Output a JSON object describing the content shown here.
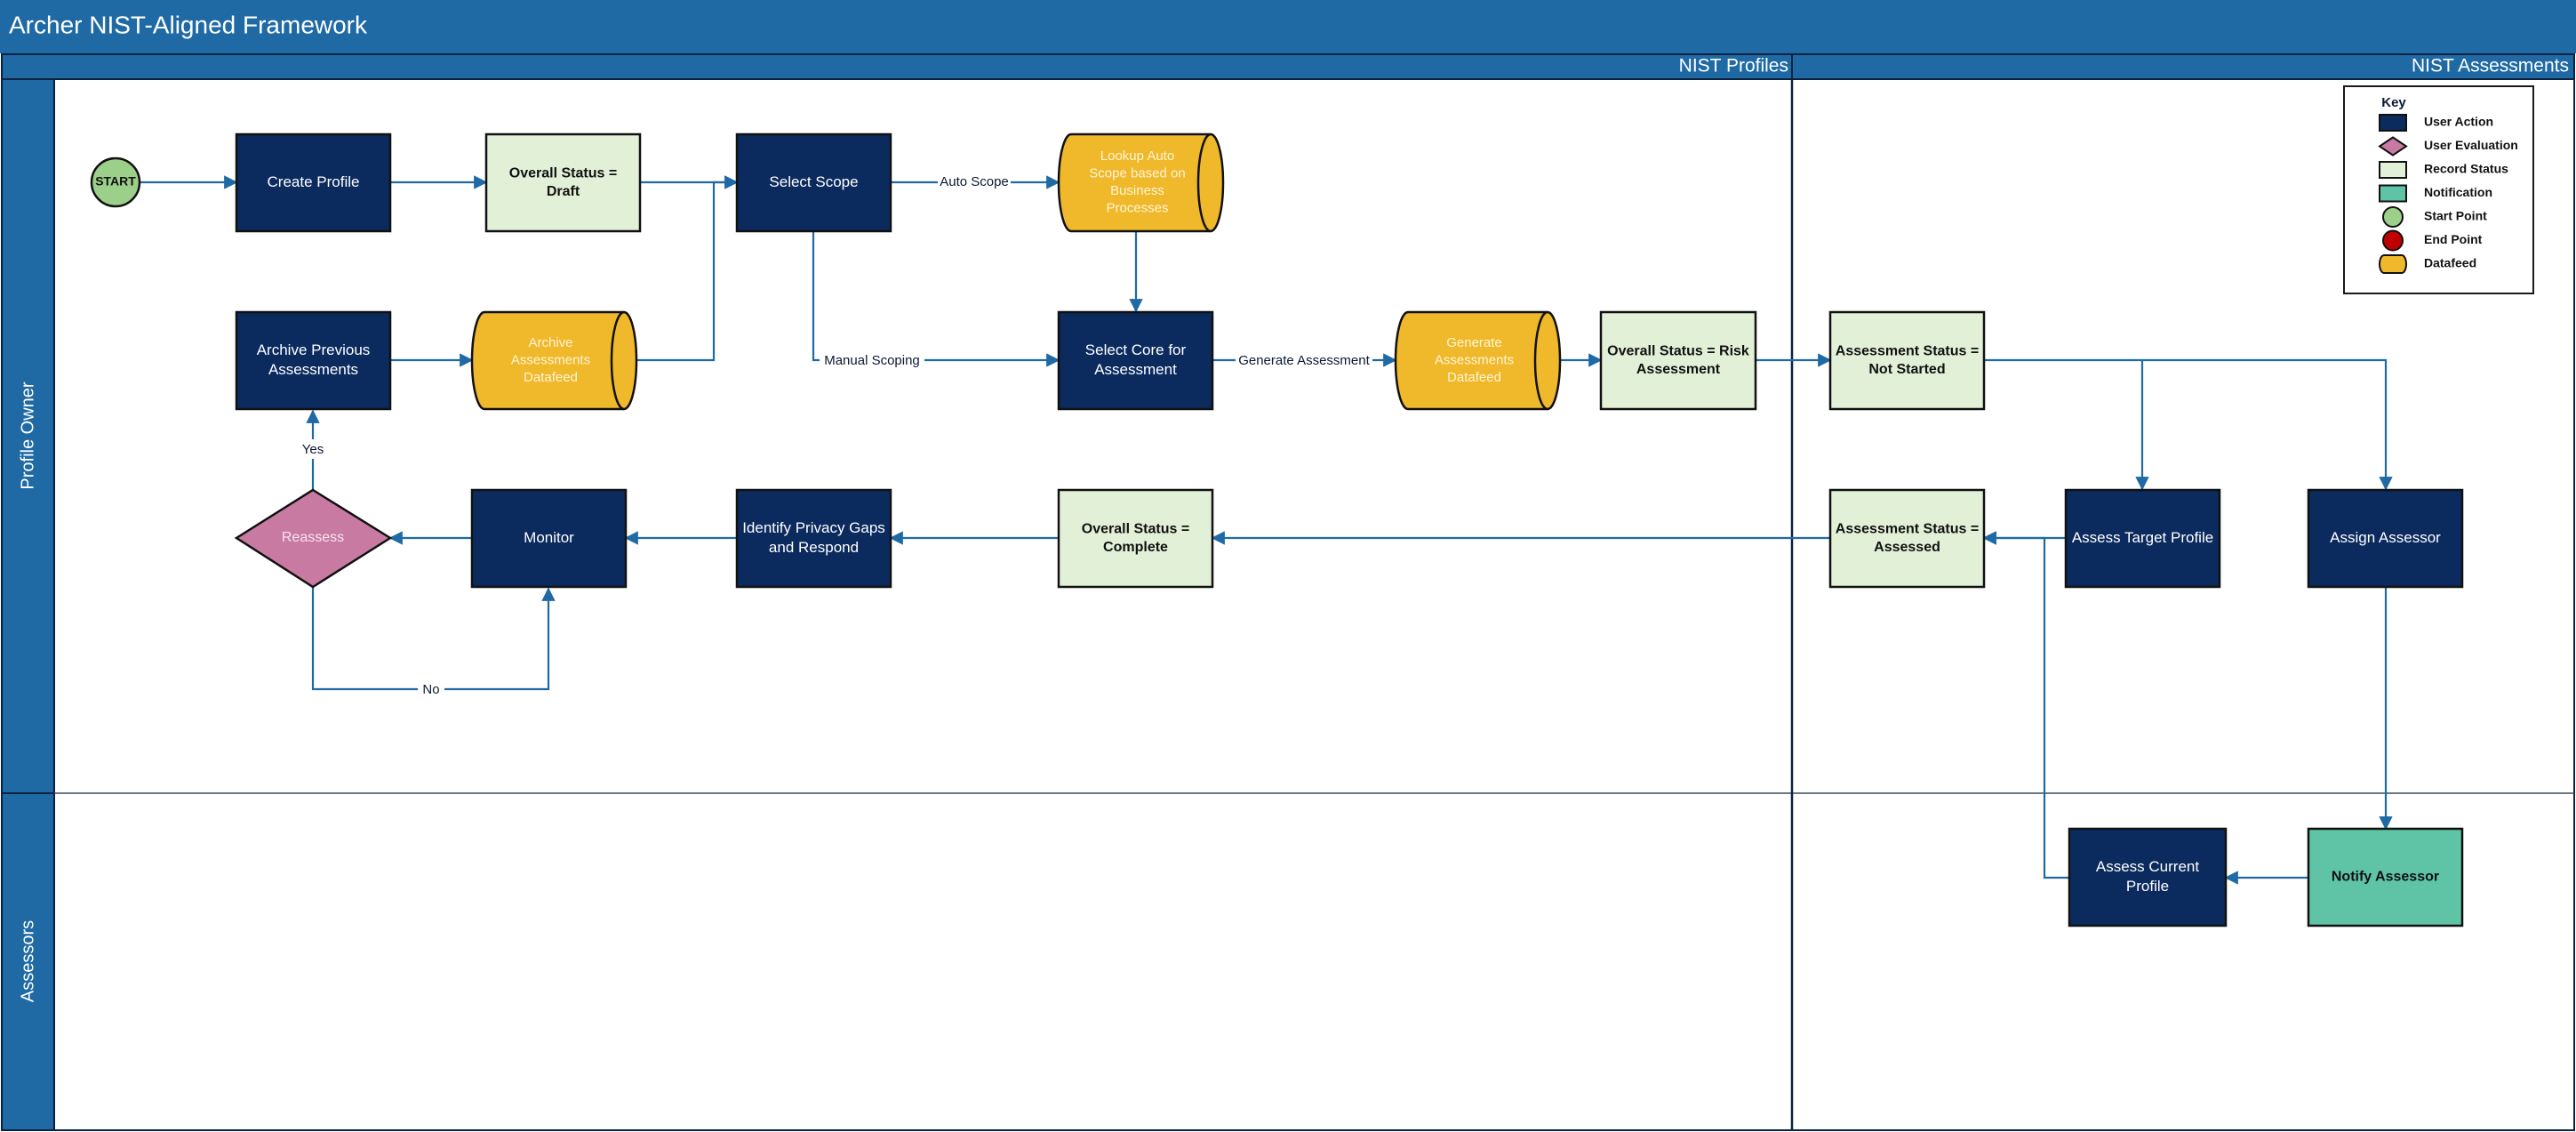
{
  "title": "Archer NIST-Aligned Framework",
  "columns": {
    "profiles": "NIST Profiles",
    "assessments": "NIST Assessments"
  },
  "lanes": {
    "profile_owner": "Profile Owner",
    "assessors": "Assessors"
  },
  "colors": {
    "header": "#1f6aa5",
    "lane_band": "#1f6aa5",
    "user_action": "#0b2a5e",
    "user_evaluation": "#c97aa3",
    "record_status": "#e3f0d8",
    "notification": "#5fc4a6",
    "start_point": "#9ccf8a",
    "end_point": "#c00000",
    "datafeed": "#f0b92b",
    "connector": "#1f6aa5"
  },
  "nodes": {
    "start": "START",
    "create_profile": [
      "Create Profile"
    ],
    "status_draft": [
      "Overall Status =",
      "Draft"
    ],
    "select_scope": [
      "Select Scope"
    ],
    "auto_scope_feed": [
      "Lookup Auto",
      "Scope based on",
      "Business",
      "Processes"
    ],
    "archive_previous": [
      "Archive Previous",
      "Assessments"
    ],
    "archive_feed": [
      "Archive",
      "Assessments",
      "Datafeed"
    ],
    "select_core": [
      "Select Core for",
      "Assessment"
    ],
    "generate_feed": [
      "Generate",
      "Assessments",
      "Datafeed"
    ],
    "status_risk": [
      "Overall Status = Risk",
      "Assessment"
    ],
    "status_not_started": [
      "Assessment Status =",
      "Not Started"
    ],
    "reassess": [
      "Reassess"
    ],
    "monitor": [
      "Monitor"
    ],
    "identify_gaps": [
      "Identify Privacy Gaps",
      "and Respond"
    ],
    "status_complete": [
      "Overall Status =",
      "Complete"
    ],
    "status_assessed": [
      "Assessment Status =",
      "Assessed"
    ],
    "assess_target": [
      "Assess Target Profile"
    ],
    "assign_assessor": [
      "Assign Assessor"
    ],
    "assess_current": [
      "Assess Current",
      "Profile"
    ],
    "notify_assessor": [
      "Notify Assessor"
    ]
  },
  "edge_labels": {
    "auto_scope": "Auto Scope",
    "manual_scoping": "Manual Scoping",
    "generate_assessment": "Generate Assessment",
    "yes": "Yes",
    "no": "No"
  },
  "legend": {
    "title": "Key",
    "items": [
      {
        "label": "User Action",
        "shape": "rect",
        "color": "#0b2a5e"
      },
      {
        "label": "User Evaluation",
        "shape": "diamond",
        "color": "#c97aa3"
      },
      {
        "label": "Record Status",
        "shape": "rect",
        "color": "#e3f0d8"
      },
      {
        "label": "Notification",
        "shape": "rect",
        "color": "#5fc4a6"
      },
      {
        "label": "Start Point",
        "shape": "circle",
        "color": "#9ccf8a"
      },
      {
        "label": "End Point",
        "shape": "circle",
        "color": "#c00000"
      },
      {
        "label": "Datafeed",
        "shape": "cylinder",
        "color": "#f0b92b"
      }
    ]
  }
}
